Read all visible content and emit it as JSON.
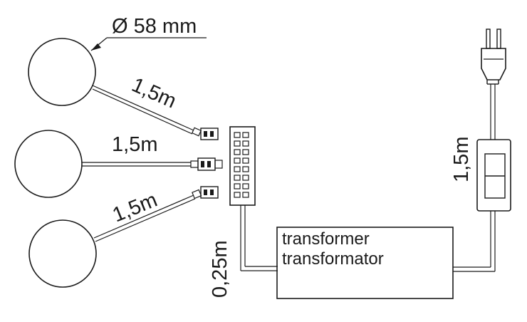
{
  "diagram": {
    "diameter_label": "Ø 58 mm",
    "cable_labels": {
      "lamp_top": "1,5m",
      "lamp_middle": "1,5m",
      "lamp_bottom": "1,5m",
      "power_cord": "1,5m",
      "distributor_to_transformer": "0,25m"
    },
    "transformer": {
      "line1": "transformer",
      "line2": "transformator"
    }
  }
}
